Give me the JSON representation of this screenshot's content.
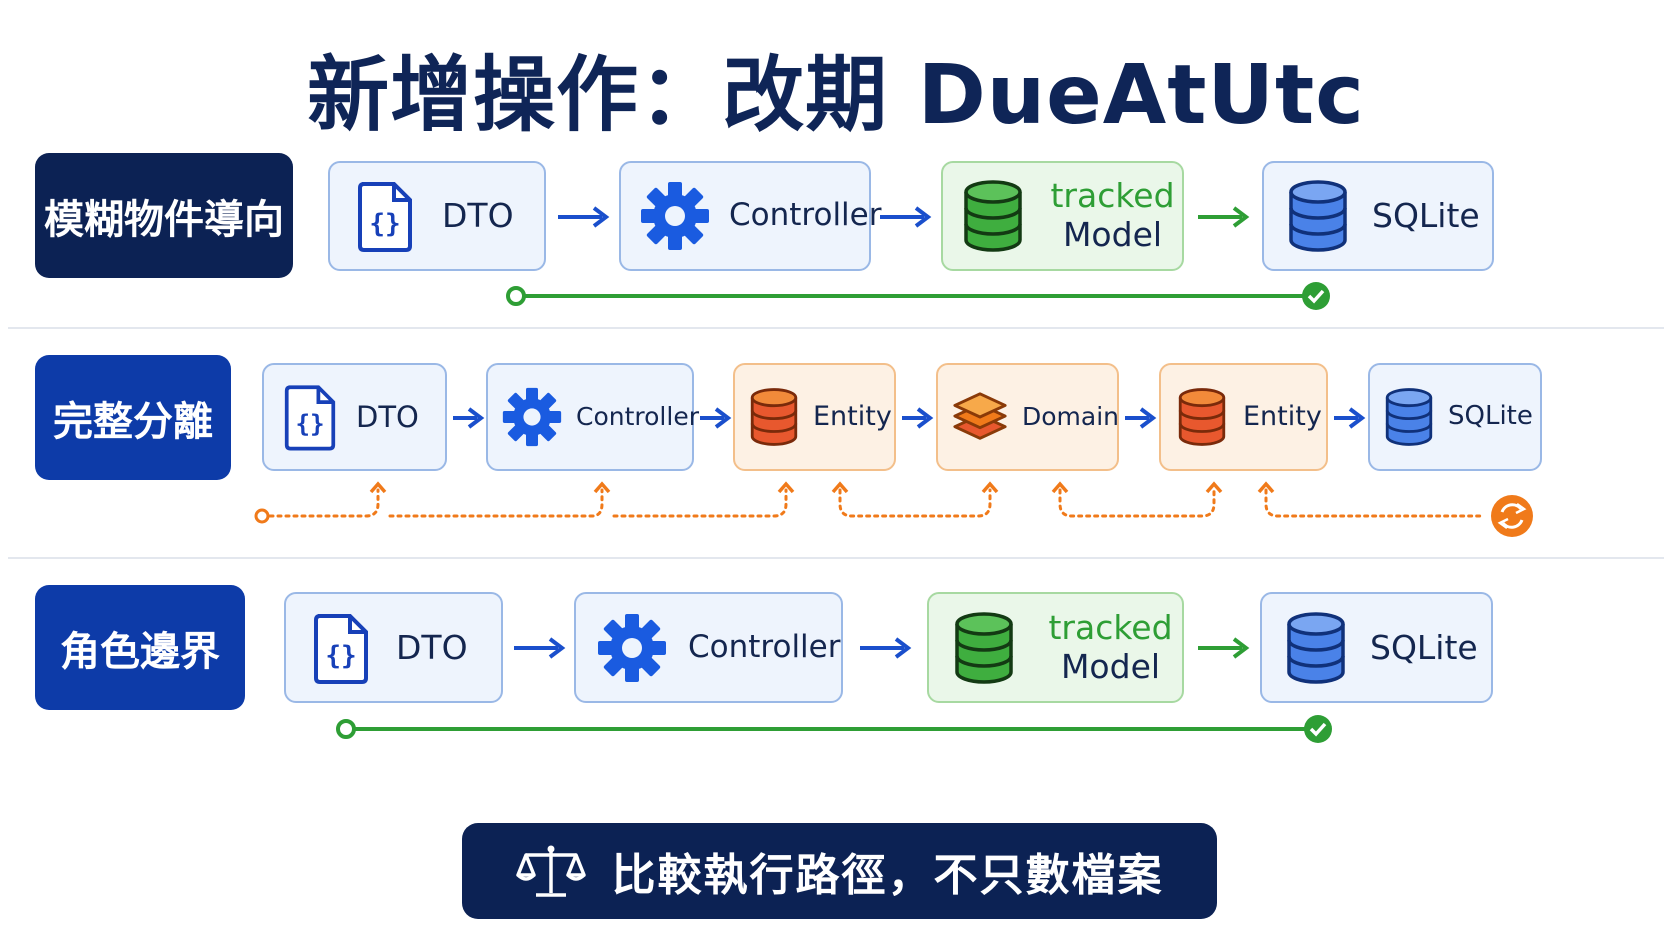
{
  "title": "新增操作：改期 DueAtUtc",
  "rows": [
    {
      "label": "模糊物件導向",
      "nodes": [
        {
          "icon": "json-file-icon",
          "text": "DTO"
        },
        {
          "icon": "gear-icon",
          "text": "Controller"
        },
        {
          "icon": "database-icon",
          "accent": "tracked",
          "text": "Model"
        },
        {
          "icon": "database-icon",
          "text": "SQLite"
        }
      ]
    },
    {
      "label": "完整分離",
      "nodes": [
        {
          "icon": "json-file-icon",
          "text": "DTO"
        },
        {
          "icon": "gear-icon",
          "text": "Controller"
        },
        {
          "icon": "database-icon",
          "text": "Entity"
        },
        {
          "icon": "layers-icon",
          "text": "Domain"
        },
        {
          "icon": "database-icon",
          "text": "Entity"
        },
        {
          "icon": "database-icon",
          "text": "SQLite"
        }
      ]
    },
    {
      "label": "角色邊界",
      "nodes": [
        {
          "icon": "json-file-icon",
          "text": "DTO"
        },
        {
          "icon": "gear-icon",
          "text": "Controller"
        },
        {
          "icon": "database-icon",
          "accent": "tracked",
          "text": "Model"
        },
        {
          "icon": "database-icon",
          "text": "SQLite"
        }
      ]
    }
  ],
  "footer": {
    "icon": "scale-icon",
    "text": "比較執行路徑，不只數檔案"
  },
  "colors": {
    "navy": "#0c2254",
    "label_blue": "#0d3ba8",
    "icon_blue": "#1a5be0",
    "green": "#2e9e35",
    "orange": "#f07a1a"
  }
}
